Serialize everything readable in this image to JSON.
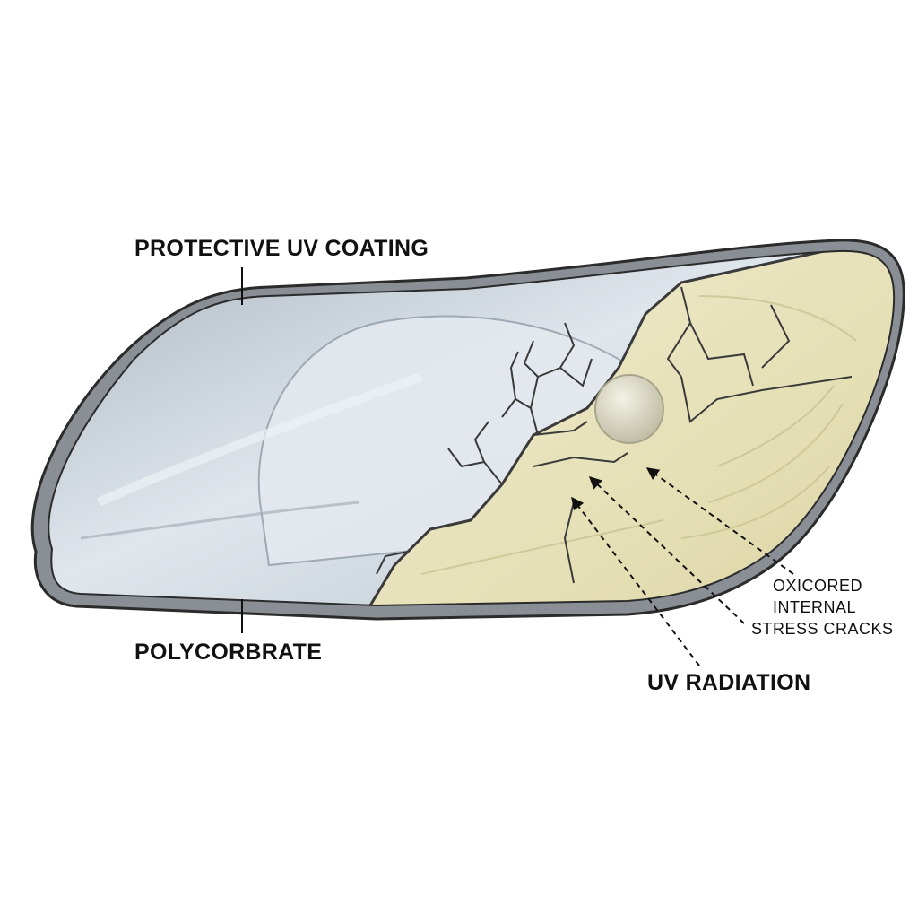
{
  "labels": {
    "coating": "PROTECTIVE UV COATING",
    "polycarbonate": "POLYCORBRATE",
    "uv_radiation": "UV RADIATION",
    "stress_lines": [
      "OXICORED",
      "INTERNAL",
      "STRESS CRACKS"
    ]
  },
  "colors": {
    "outline": "#2b2b2b",
    "rim": "#7c8188",
    "clear_lens": "#c9d3dc",
    "yellowed_lens": "#e8e3bf",
    "crack": "#3a3a3a"
  }
}
